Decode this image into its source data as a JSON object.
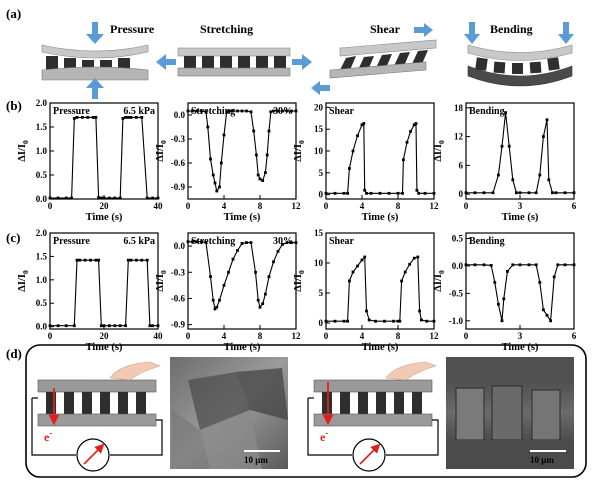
{
  "panel_labels": {
    "a": "(a)",
    "b": "(b)",
    "c": "(c)",
    "d": "(d)"
  },
  "panel_a": {
    "modes": [
      "Pressure",
      "Stretching",
      "Shear",
      "Bending"
    ]
  },
  "colors": {
    "arrow": "#5b9bd5",
    "sheet": "#c8c8c8",
    "sheet_dark": "#4a4a4a",
    "pillar": "#2e2e2e",
    "electron": "#e0201b"
  },
  "common_axis": {
    "xlabel": "Time (s)",
    "ylabel_main": "ΔI/I",
    "ylabel_sub": "0"
  },
  "chart_data": [
    {
      "id": "b1",
      "type": "line",
      "title": "Pressure",
      "annotation": "6.5 kPa",
      "xlim": [
        0,
        40
      ],
      "ylim": [
        0,
        2.0
      ],
      "xticks": [
        0,
        20,
        40
      ],
      "yticks": [
        0.0,
        0.5,
        1.0,
        1.5,
        2.0
      ],
      "ytick_labels": [
        "0.0",
        "0.5",
        "1.0",
        "1.5",
        "2.0"
      ],
      "series": [
        {
          "x": [
            0,
            3,
            6,
            8,
            9,
            10,
            12,
            14,
            16,
            17,
            18,
            19,
            20,
            22,
            24,
            26,
            27,
            28,
            29,
            30,
            32,
            34,
            36,
            38,
            40
          ],
          "y": [
            0.02,
            0.02,
            0.02,
            0.02,
            1.68,
            1.7,
            1.7,
            1.7,
            1.7,
            1.7,
            0.03,
            0.02,
            0.02,
            0.02,
            0.02,
            0.02,
            1.68,
            1.7,
            1.7,
            1.7,
            1.7,
            1.7,
            0.02,
            0.02,
            0.02
          ]
        }
      ]
    },
    {
      "id": "b2",
      "type": "line",
      "title": "Stretching",
      "annotation": "30%",
      "xlim": [
        0,
        12
      ],
      "ylim": [
        -1.05,
        0.15
      ],
      "xticks": [
        0,
        4,
        8,
        12
      ],
      "yticks": [
        0.0,
        -0.3,
        -0.6,
        -0.9
      ],
      "ytick_labels": [
        "0.0",
        "-0.3",
        "-0.6",
        "-0.9"
      ],
      "series": [
        {
          "x": [
            0,
            0.5,
            1,
            1.5,
            2,
            2.2,
            2.5,
            2.8,
            3.0,
            3.2,
            3.5,
            3.7,
            4.0,
            4.3,
            4.6,
            5,
            5.5,
            6,
            6.5,
            7,
            7.3,
            7.6,
            7.8,
            8.0,
            8.3,
            8.6,
            8.8,
            9.0,
            9.2,
            9.5,
            10,
            10.5,
            11,
            11.5,
            12
          ],
          "y": [
            0.05,
            0.05,
            0.05,
            0.05,
            0.04,
            -0.15,
            -0.55,
            -0.75,
            -0.85,
            -0.95,
            -0.9,
            -0.6,
            -0.25,
            0.04,
            0.05,
            0.05,
            0.05,
            0.05,
            0.05,
            0.04,
            -0.2,
            -0.5,
            -0.75,
            -0.8,
            -0.82,
            -0.72,
            -0.5,
            -0.2,
            0.04,
            0.05,
            0.05,
            0.05,
            0.05,
            0.05,
            0.05
          ]
        }
      ]
    },
    {
      "id": "b3",
      "type": "line",
      "title": "Shear",
      "annotation": "",
      "xlim": [
        0,
        12
      ],
      "ylim": [
        -1,
        21
      ],
      "xticks": [
        0,
        4,
        8,
        12
      ],
      "yticks": [
        0,
        5,
        10,
        15,
        20
      ],
      "ytick_labels": [
        "0",
        "5",
        "10",
        "15",
        "20"
      ],
      "series": [
        {
          "x": [
            0,
            1,
            2,
            2.4,
            2.6,
            3.0,
            3.5,
            4.0,
            4.2,
            4.3,
            4.5,
            5,
            6,
            7,
            8,
            8.5,
            8.6,
            9.0,
            9.4,
            9.8,
            10.0,
            10.1,
            10.3,
            11,
            12
          ],
          "y": [
            0.3,
            0.3,
            0.3,
            0.3,
            6,
            10,
            13.5,
            16,
            16.3,
            1,
            0.3,
            0.3,
            0.3,
            0.3,
            0.3,
            0.3,
            8,
            12,
            14.5,
            16,
            16.3,
            1,
            0.3,
            0.3,
            0.3
          ]
        }
      ]
    },
    {
      "id": "b4",
      "type": "line",
      "title": "Bending",
      "annotation": "",
      "xlim": [
        0,
        6
      ],
      "ylim": [
        -1,
        19
      ],
      "xticks": [
        0,
        3,
        6
      ],
      "yticks": [
        0,
        6,
        12,
        18
      ],
      "ytick_labels": [
        "0",
        "6",
        "12",
        "18"
      ],
      "series": [
        {
          "x": [
            0,
            0.5,
            1,
            1.5,
            1.8,
            2.0,
            2.2,
            2.4,
            2.6,
            2.8,
            3,
            3.5,
            3.9,
            4.1,
            4.3,
            4.5,
            4.6,
            4.8,
            5,
            5.5,
            6
          ],
          "y": [
            0.3,
            0.3,
            0.3,
            0.3,
            4,
            10,
            17,
            10,
            3,
            0.3,
            0.3,
            0.3,
            0.3,
            4,
            12,
            15.5,
            3,
            0.3,
            0.3,
            0.3,
            0.3
          ]
        }
      ]
    },
    {
      "id": "c1",
      "type": "line",
      "title": "Pressure",
      "annotation": "6.5 kPa",
      "xlim": [
        0,
        40
      ],
      "ylim": [
        -0.05,
        2.0
      ],
      "xticks": [
        0,
        20,
        40
      ],
      "yticks": [
        0.0,
        0.5,
        1.0,
        1.5,
        2.0
      ],
      "ytick_labels": [
        "0.0",
        "0.5",
        "1.0",
        "1.5",
        "2.0"
      ],
      "series": [
        {
          "x": [
            0,
            3,
            6,
            9,
            10,
            11,
            13,
            15,
            17,
            18,
            19,
            20,
            22,
            24,
            26,
            28,
            29,
            30,
            32,
            34,
            36,
            37,
            38,
            40
          ],
          "y": [
            0.02,
            0.02,
            0.02,
            0.02,
            1.42,
            1.42,
            1.42,
            1.42,
            1.42,
            1.42,
            0.02,
            0.02,
            0.02,
            0.02,
            0.02,
            0.02,
            1.42,
            1.42,
            1.42,
            1.42,
            1.42,
            0.02,
            0.02,
            0.02
          ]
        }
      ]
    },
    {
      "id": "c2",
      "type": "line",
      "title": "Stretching",
      "annotation": "30%",
      "xlim": [
        0,
        12
      ],
      "ylim": [
        -0.95,
        0.15
      ],
      "xticks": [
        0,
        4,
        8,
        12
      ],
      "yticks": [
        0.0,
        -0.3,
        -0.6,
        -0.9
      ],
      "ytick_labels": [
        "0.0",
        "-0.3",
        "-0.6",
        "-0.9"
      ],
      "series": [
        {
          "x": [
            0,
            0.5,
            1,
            1.5,
            2,
            2.5,
            2.8,
            3.0,
            3.2,
            3.5,
            4,
            4.5,
            5,
            5.5,
            6,
            6.5,
            7,
            7.5,
            7.8,
            8.0,
            8.3,
            8.6,
            9,
            9.5,
            10,
            10.5,
            11,
            11.5,
            12
          ],
          "y": [
            0.05,
            0.05,
            0.05,
            0.05,
            0.04,
            -0.35,
            -0.62,
            -0.72,
            -0.7,
            -0.62,
            -0.45,
            -0.3,
            -0.15,
            -0.05,
            0.03,
            0.04,
            0.04,
            -0.3,
            -0.62,
            -0.7,
            -0.66,
            -0.55,
            -0.35,
            -0.18,
            -0.06,
            0.02,
            0.04,
            0.04,
            0.04
          ]
        }
      ]
    },
    {
      "id": "c3",
      "type": "line",
      "title": "Shear",
      "annotation": "",
      "xlim": [
        0,
        12
      ],
      "ylim": [
        -1,
        15
      ],
      "xticks": [
        0,
        4,
        8,
        12
      ],
      "yticks": [
        0,
        5,
        10,
        15
      ],
      "ytick_labels": [
        "0",
        "5",
        "10",
        "15"
      ],
      "series": [
        {
          "x": [
            0,
            1,
            2,
            2.4,
            2.6,
            3.0,
            3.5,
            4.0,
            4.3,
            4.5,
            4.8,
            5.5,
            6.5,
            7.5,
            8,
            8.2,
            8.4,
            8.8,
            9.3,
            9.8,
            10.2,
            10.4,
            10.6,
            11.2,
            12
          ],
          "y": [
            0.3,
            0.3,
            0.3,
            0.3,
            7,
            8.5,
            9.5,
            10.5,
            11,
            2,
            0.5,
            0.3,
            0.3,
            0.3,
            0.3,
            0.3,
            7,
            8.5,
            9.8,
            10.8,
            11,
            2,
            0.5,
            0.3,
            0.3
          ]
        }
      ]
    },
    {
      "id": "c4",
      "type": "line",
      "title": "Bending",
      "annotation": "",
      "xlim": [
        0,
        6
      ],
      "ylim": [
        -1.15,
        0.6
      ],
      "xticks": [
        0,
        3,
        6
      ],
      "yticks": [
        0.5,
        0.0,
        -0.5,
        -1.0
      ],
      "ytick_labels": [
        "0.5",
        "0.0",
        "-0.5",
        "-1.0"
      ],
      "series": [
        {
          "x": [
            0,
            0.5,
            1,
            1.4,
            1.6,
            1.8,
            2.0,
            2.1,
            2.3,
            2.6,
            3,
            3.5,
            3.9,
            4.1,
            4.3,
            4.5,
            4.7,
            4.9,
            5.1,
            5.5,
            6
          ],
          "y": [
            0.02,
            0.02,
            0.02,
            0.01,
            -0.3,
            -0.7,
            -1.0,
            -0.6,
            -0.1,
            0.02,
            0.02,
            0.02,
            0.02,
            -0.3,
            -0.8,
            -0.9,
            -1.0,
            -0.2,
            0.02,
            0.02,
            0.02
          ]
        }
      ]
    }
  ],
  "panel_d": {
    "electron_label": "e",
    "electron_sup": "-",
    "scalebar_left": "10 μm",
    "scalebar_right": "10 μm"
  }
}
